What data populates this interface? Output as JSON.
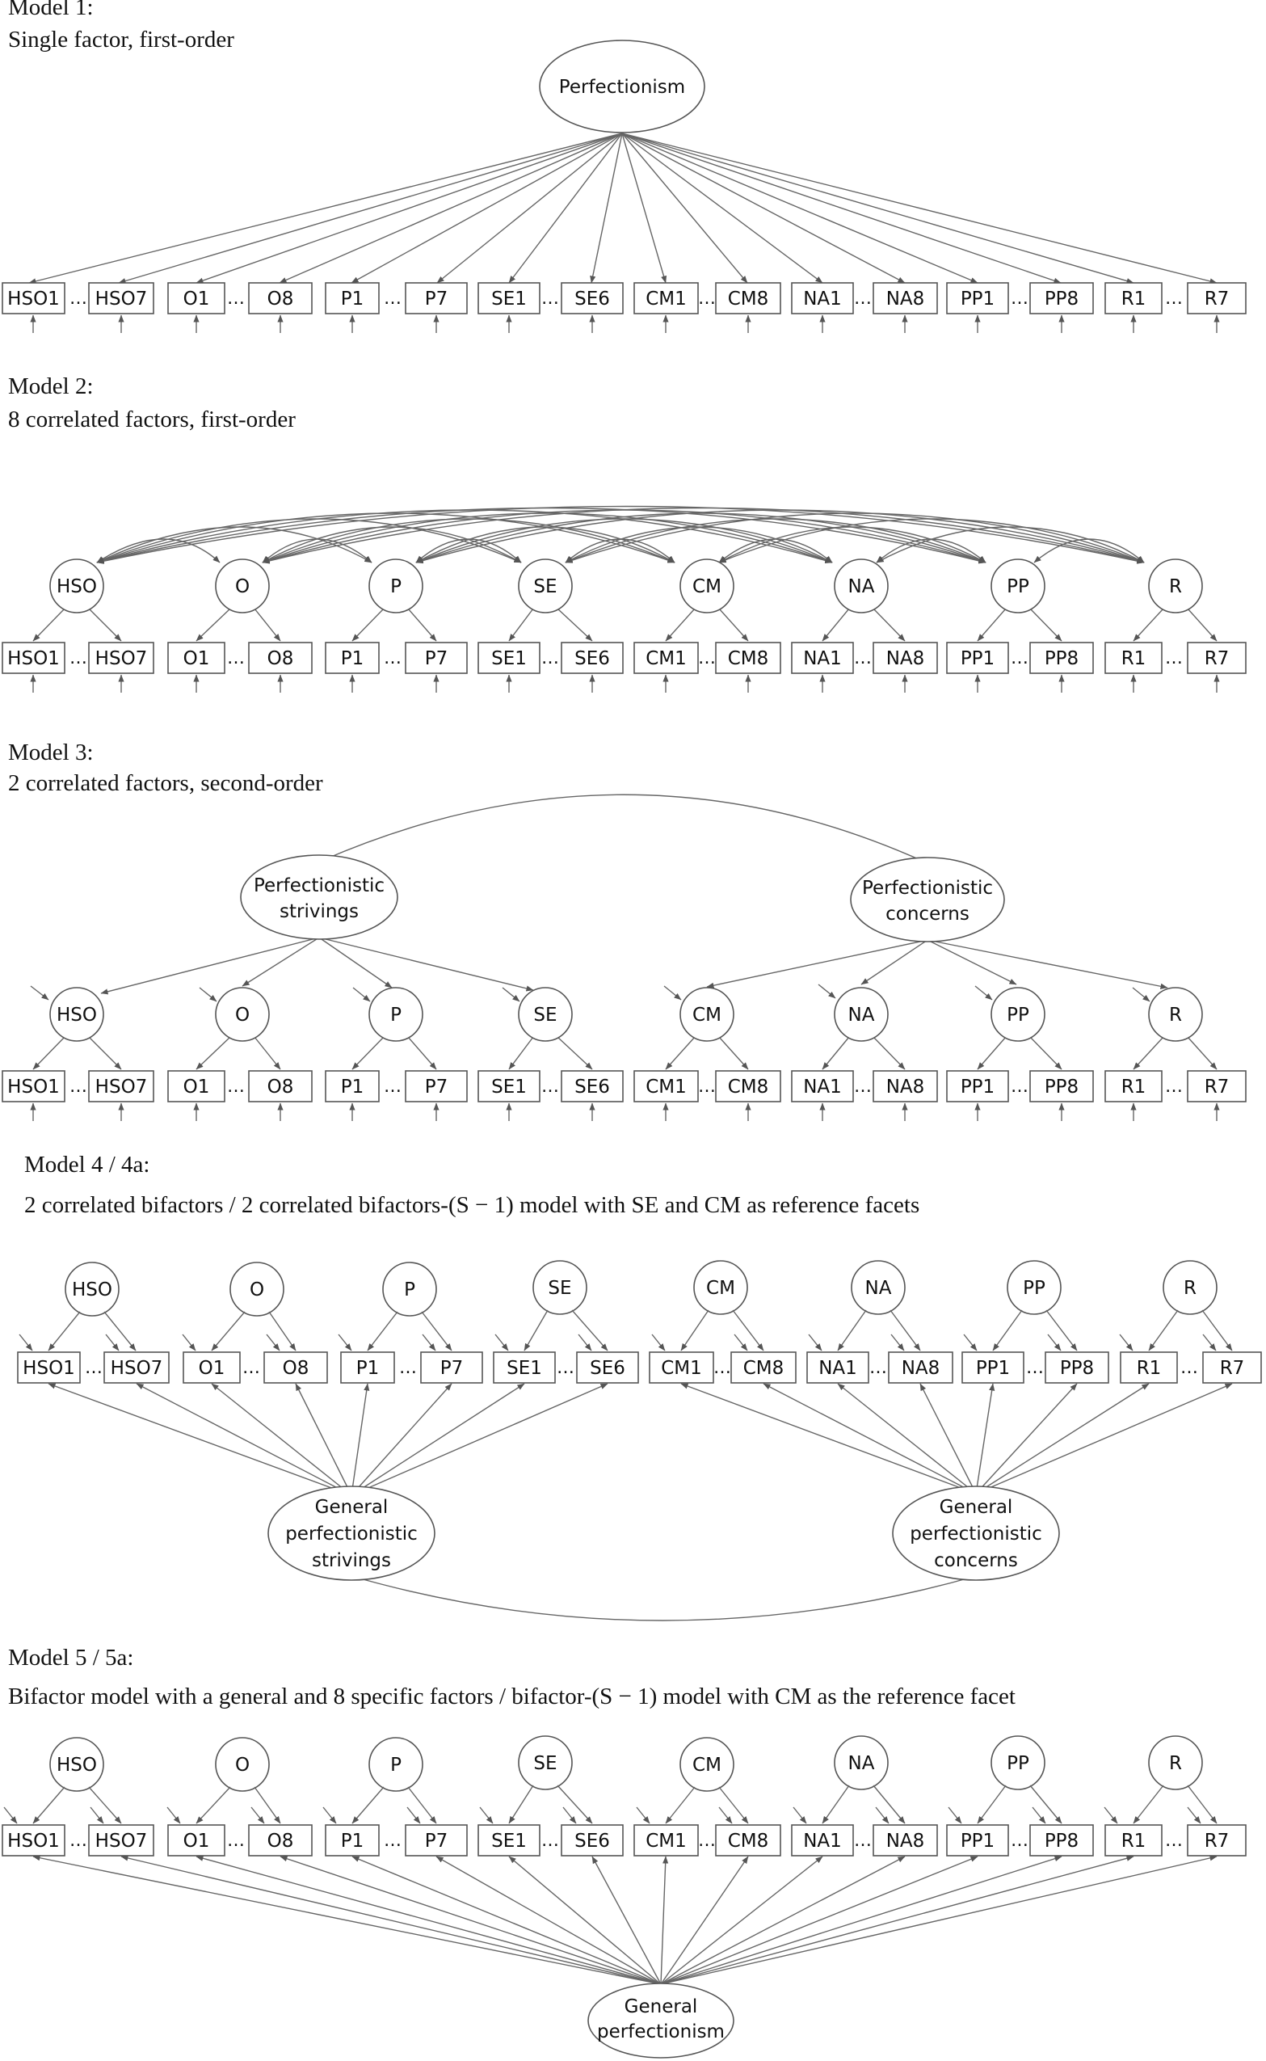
{
  "items": [
    "HSO1",
    "HSO7",
    "O1",
    "O8",
    "P1",
    "P7",
    "SE1",
    "SE6",
    "CM1",
    "CM8",
    "NA1",
    "NA8",
    "PP1",
    "PP8",
    "R1",
    "R7"
  ],
  "facets": [
    "HSO",
    "O",
    "P",
    "SE",
    "CM",
    "NA",
    "PP",
    "R"
  ],
  "ellipsis": "…",
  "model1": {
    "caption1": "Model 1:",
    "caption2": "Single factor, first-order",
    "factor": "Perfectionism"
  },
  "model2": {
    "caption1": "Model 2:",
    "caption2": "8 correlated factors, first-order"
  },
  "model3": {
    "caption1": "Model 3:",
    "caption2": "2 correlated factors, second-order",
    "ps": [
      "Perfectionistic",
      "strivings"
    ],
    "pc": [
      "Perfectionistic",
      "concerns"
    ]
  },
  "model4": {
    "caption1": "Model 4 / 4a:",
    "caption2": "2 correlated bifactors / 2 correlated bifactors-(S − 1) model with SE and CM as reference facets",
    "gs": [
      "General",
      "perfectionistic",
      "strivings"
    ],
    "gc": [
      "General",
      "perfectionistic",
      "concerns"
    ]
  },
  "model5": {
    "caption1": "Model 5 / 5a:",
    "caption2": "Bifactor model with a general and 8 specific factors / bifactor-(S − 1) model with CM as the reference facet",
    "g": [
      "General",
      "perfectionism"
    ]
  }
}
